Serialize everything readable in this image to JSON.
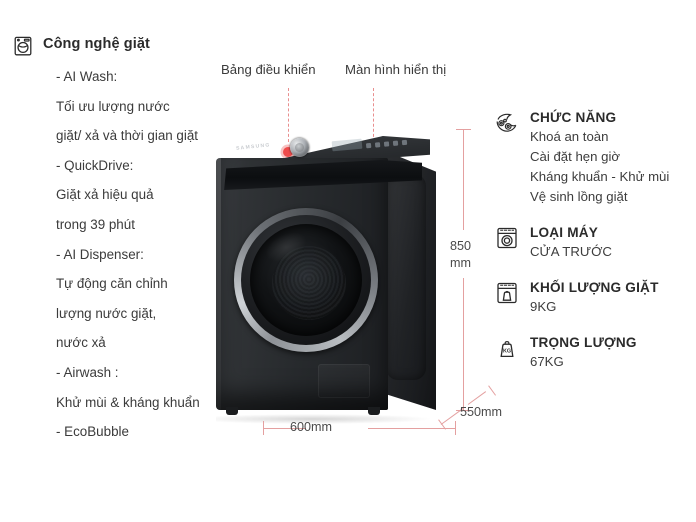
{
  "left_section": {
    "icon": "washing-machine-icon",
    "title": "Công nghệ giặt",
    "lines": [
      "- AI Wash:",
      "Tối ưu lượng nước",
      "giặt/ xả và thời gian giặt",
      "- QuickDrive:",
      "Giặt xả hiệu quả",
      "trong 39 phút",
      "- AI Dispenser:",
      "Tự động căn chỉnh",
      "lượng nước giặt,",
      "nước xả",
      "- Airwash :",
      "Khử mùi & kháng khuẩn",
      "-  EcoBubble"
    ]
  },
  "callouts": [
    {
      "label": "Bảng điều khiển"
    },
    {
      "label": "Màn hình hiển thị"
    }
  ],
  "product": {
    "brand": "SAMSUNG"
  },
  "dimensions": {
    "height": "850\nmm",
    "height_line1": "850",
    "height_line2": "mm",
    "width": "600mm",
    "depth": "550mm"
  },
  "right_specs": [
    {
      "icon": "bubbles-functions-icon",
      "title": "CHỨC NĂNG",
      "lines": [
        "Khoá an toàn",
        "Cài đặt hẹn giờ",
        "Kháng khuẩn - Khử mùi",
        "Vệ sinh lồng giặt"
      ]
    },
    {
      "icon": "front-load-machine-icon",
      "title": "LOẠI MÁY",
      "lines": [
        "CỬA TRƯỚC"
      ]
    },
    {
      "icon": "laundry-weight-icon",
      "title": "KHỐI LƯỢNG GIẶT",
      "lines": [
        "9KG"
      ]
    },
    {
      "icon": "weight-kg-icon",
      "title": "TRỌNG LƯỢNG",
      "lines": [
        "67KG"
      ]
    }
  ],
  "colors": {
    "dimension_line": "#e4a0a0",
    "callout_dot": "#ef4b4b",
    "text": "#3b3b3b",
    "heading": "#2b2b2b",
    "body_bg": "#ffffff"
  }
}
